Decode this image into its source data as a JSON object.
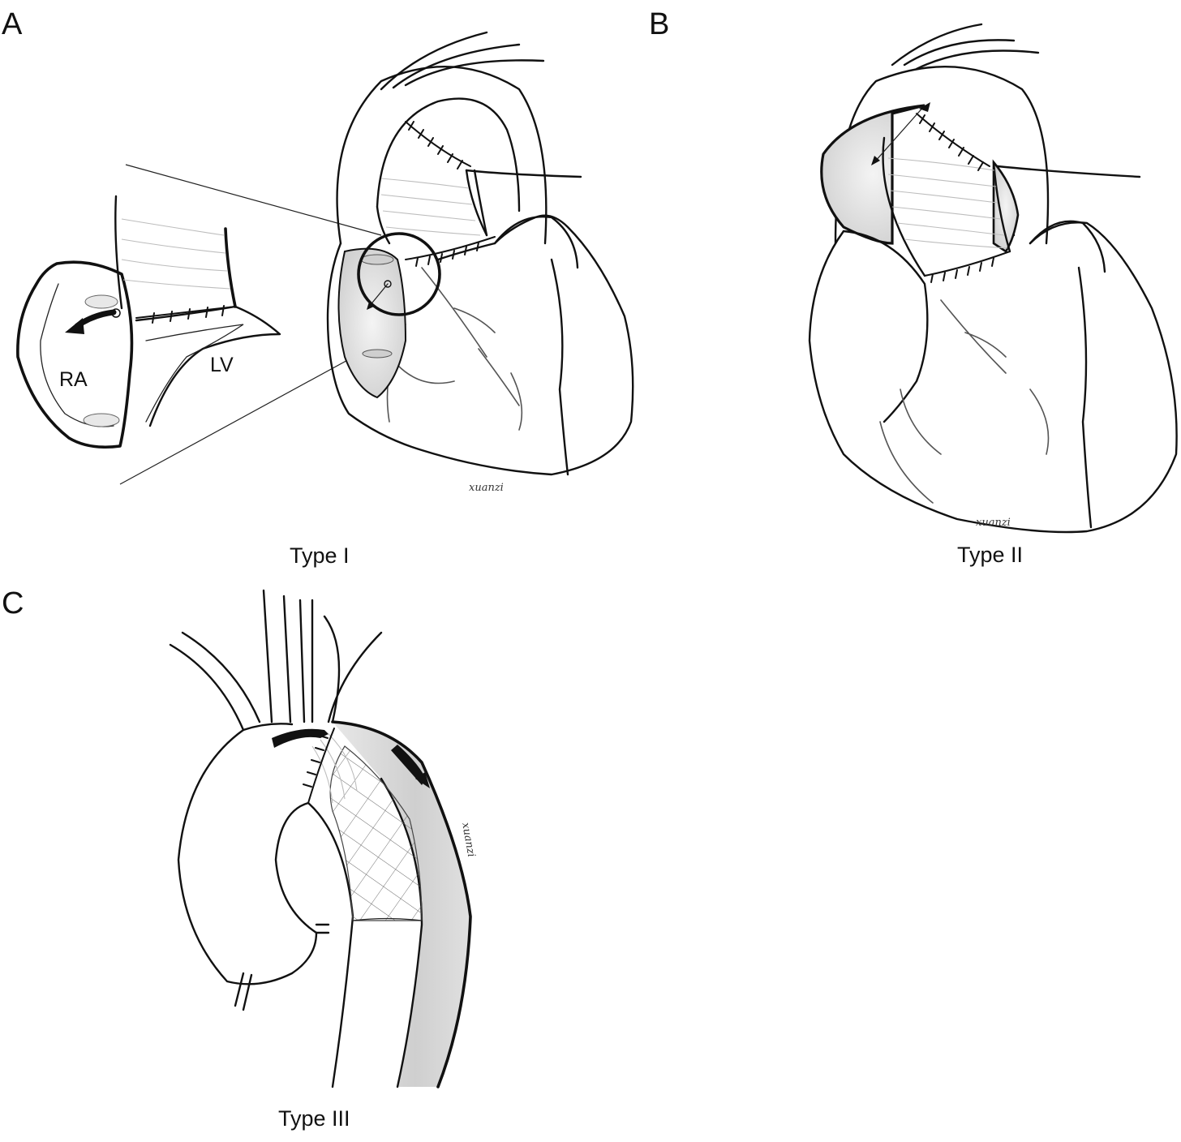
{
  "panels": [
    {
      "letter": "A",
      "caption": "Type I",
      "labels": {
        "ra": "RA",
        "lv": "LV"
      }
    },
    {
      "letter": "B",
      "caption": "Type II"
    },
    {
      "letter": "C",
      "caption": "Type III"
    }
  ],
  "signature": "xuanzi",
  "colors": {
    "ink": "#111111",
    "leak_shading": "#d3d3d3",
    "graft_lines": "#bdbdbd",
    "background": "#ffffff"
  }
}
